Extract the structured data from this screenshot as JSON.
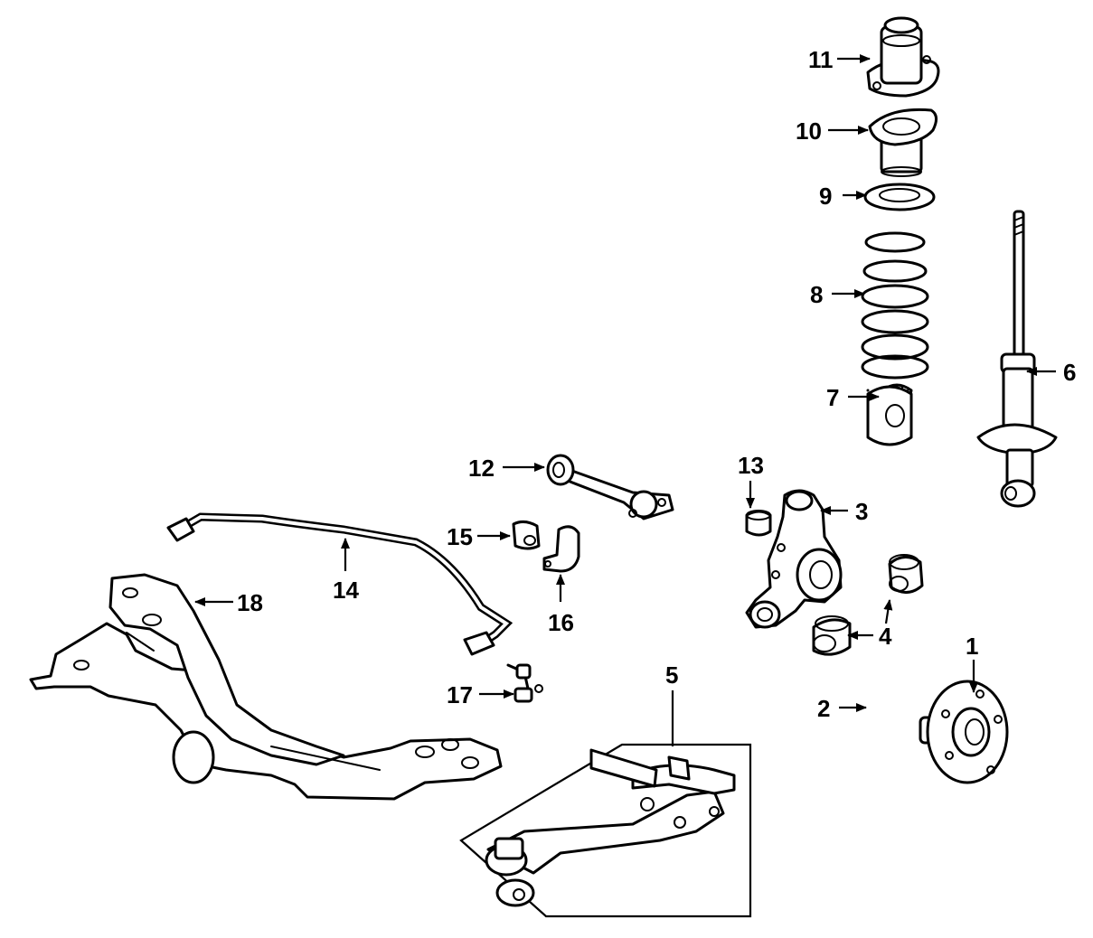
{
  "diagram": {
    "callouts": [
      {
        "id": "1",
        "label": "1"
      },
      {
        "id": "2",
        "label": "2"
      },
      {
        "id": "3",
        "label": "3"
      },
      {
        "id": "4",
        "label": "4"
      },
      {
        "id": "5",
        "label": "5"
      },
      {
        "id": "6",
        "label": "6"
      },
      {
        "id": "7",
        "label": "7"
      },
      {
        "id": "8",
        "label": "8"
      },
      {
        "id": "9",
        "label": "9"
      },
      {
        "id": "10",
        "label": "10"
      },
      {
        "id": "11",
        "label": "11"
      },
      {
        "id": "12",
        "label": "12"
      },
      {
        "id": "13",
        "label": "13"
      },
      {
        "id": "14",
        "label": "14"
      },
      {
        "id": "15",
        "label": "15"
      },
      {
        "id": "16",
        "label": "16"
      },
      {
        "id": "17",
        "label": "17"
      },
      {
        "id": "18",
        "label": "18"
      }
    ]
  }
}
